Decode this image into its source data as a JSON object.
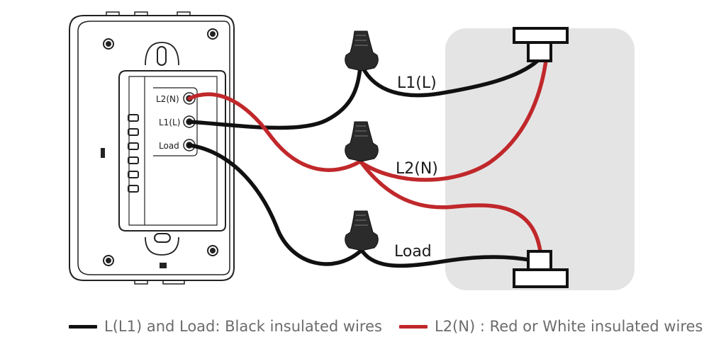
{
  "terminals": {
    "l2n": "L2(N)",
    "l1l": "L1(L)",
    "load": "Load"
  },
  "wire_labels": {
    "l1": "L1(L)",
    "l2": "L2(N)",
    "load": "Load"
  },
  "legend": {
    "black_text": "L(L1) and Load: Black insulated wires",
    "red_text": "L2(N) : Red or White insulated wires"
  },
  "colors": {
    "black_wire": "#111111",
    "red_wire": "#c0282b",
    "panel": "#e5e4e5",
    "legend_text": "#6b6b6b"
  }
}
